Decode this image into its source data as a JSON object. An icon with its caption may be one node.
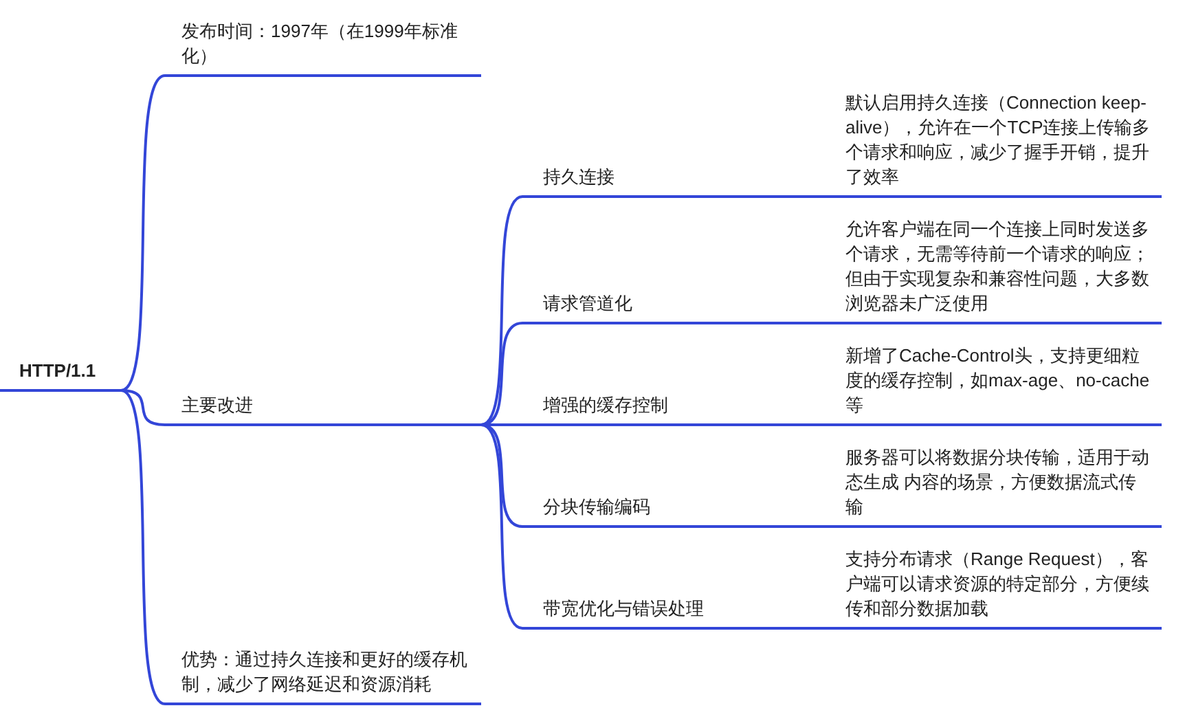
{
  "diagram": {
    "nodes": [
      {
        "text": [
          "HTTP/1.1"
        ]
      },
      {
        "text": [
          "发布时间：1997年（在1999年标准化）"
        ]
      },
      {
        "text": [
          "主要改进"
        ]
      },
      {
        "text": [
          "优势：通过持久连接和更好的缓存机制，减少了网络延迟和资源消耗"
        ]
      },
      {
        "text": [
          "持久连接"
        ]
      },
      {
        "text": [
          "请求管道化"
        ]
      },
      {
        "text": [
          "增强的缓存控制"
        ]
      },
      {
        "text": [
          "分块传输编码"
        ]
      },
      {
        "text": [
          "带宽优化与错误处理"
        ]
      },
      {
        "text": [
          "默认启用持久连接（Connection keep-alive），允许在一个TCP连接上传输多个请求和响应，减少了握手开销，提升了效率"
        ]
      },
      {
        "text": [
          "允许客户端在同一个连接上同时发送多个请求，无需等待前一个请求的响应；但由于实现复杂和兼容性问题，大多数浏览器未广泛使用"
        ]
      },
      {
        "text": [
          "新增了Cache-Control头，支持更细粒度的缓存控制，如max-age、no-cache等"
        ]
      },
      {
        "text": [
          "服务器可以将数据分块传输，适用于动态生成 内容的场景，方便数据流式传输"
        ]
      },
      {
        "text": [
          "支持分布请求（Range Request），客户端可以请求资源的特定部分，方便续传和部分数据加载"
        ]
      }
    ],
    "edges": [
      {
        "from": 0,
        "to": 1,
        "arrow": "none"
      },
      {
        "from": 0,
        "to": 2,
        "arrow": "none"
      },
      {
        "from": 0,
        "to": 3,
        "arrow": "none"
      },
      {
        "from": 2,
        "to": 4,
        "arrow": "none"
      },
      {
        "from": 2,
        "to": 5,
        "arrow": "none"
      },
      {
        "from": 2,
        "to": 6,
        "arrow": "none"
      },
      {
        "from": 2,
        "to": 7,
        "arrow": "none"
      },
      {
        "from": 2,
        "to": 8,
        "arrow": "none"
      },
      {
        "from": 4,
        "to": 9,
        "arrow": "none"
      },
      {
        "from": 5,
        "to": 10,
        "arrow": "none"
      },
      {
        "from": 6,
        "to": 11,
        "arrow": "none"
      },
      {
        "from": 7,
        "to": 12,
        "arrow": "none"
      },
      {
        "from": 8,
        "to": 13,
        "arrow": "none"
      }
    ]
  }
}
